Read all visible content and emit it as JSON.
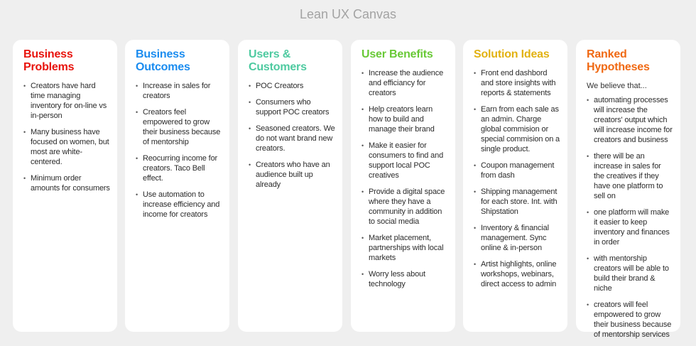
{
  "title": "Lean UX Canvas",
  "columns": [
    {
      "heading": "Business Problems",
      "color": "#e8130c",
      "items": [
        "Creators have hard time managing inventory for on-line vs in-person",
        "Many business have focused on women, but most are white-centered.",
        "Minimum order amounts for consumers"
      ]
    },
    {
      "heading": "Business Outcomes",
      "color": "#1b8cef",
      "items": [
        "Increase in sales for creators",
        "Creators feel empowered to grow their business because of mentorship",
        "Reocurring income for creators. Taco Bell effect.",
        "Use automation to increase efficiency and income for creators"
      ]
    },
    {
      "heading": "Users & Customers",
      "color": "#4ecaa0",
      "items": [
        "POC Creators",
        "Consumers who support POC creators",
        "Seasoned creators. We do not want brand new creators.",
        "Creators who have an audience built up already"
      ]
    },
    {
      "heading": "User Benefits",
      "color": "#68c936",
      "items": [
        "Increase the audience and efficiancy for creators",
        "Help creators learn how to build and manage their brand",
        "Make it easier for consumers to find and support local POC creatives",
        "Provide a digital space where they have a community in addition to social media",
        "Market placement, partnerships with local markets",
        "Worry less about technology"
      ]
    },
    {
      "heading": "Solution Ideas",
      "color": "#e2b212",
      "items": [
        "Front end dashbord and store insights with reports & statements",
        "Earn from each sale as an admin. Charge global commision or special commision on a single product.",
        "Coupon management from dash",
        "Shipping management for each store. Int. with Shipstation",
        "Inventory & financial management. Sync online & in-person",
        "Artist highlights, online workshops, webinars, direct access to admin"
      ]
    },
    {
      "heading": "Ranked Hypotheses",
      "color": "#f06913",
      "intro": "We believe that...",
      "items": [
        "automating processes will increase the creators' output which will increase income for creators and business",
        "there will be an increase in sales for the creatives if they have one platform to sell on",
        "one platform will make it easier to keep inventory and finances in order",
        "with mentorship creators will be able to build their brand & niche",
        "creators will feel empowered to grow their business because of mentorship services"
      ]
    }
  ]
}
